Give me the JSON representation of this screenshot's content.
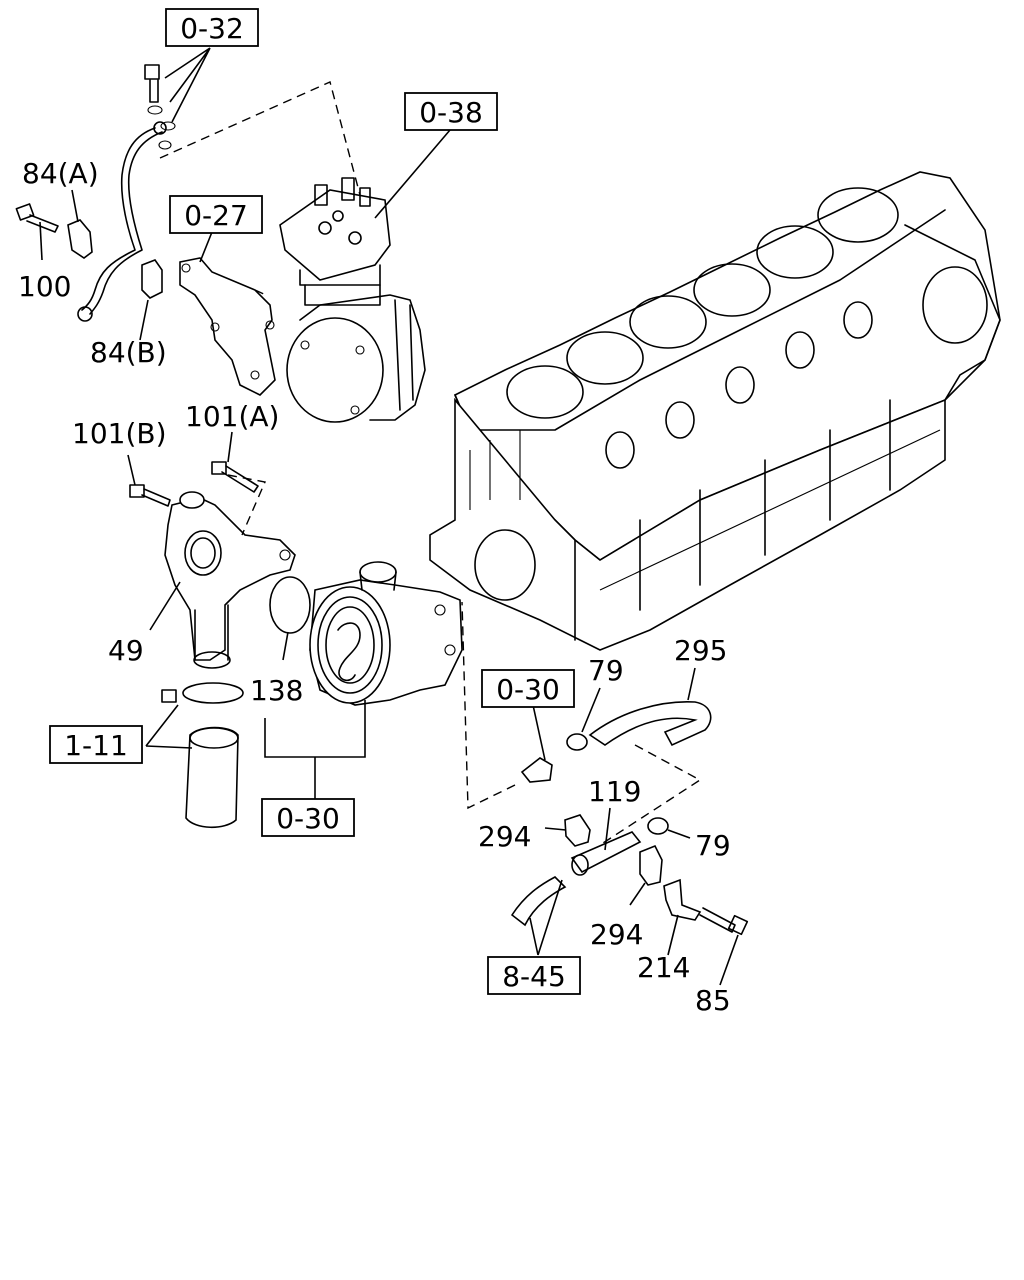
{
  "diagram": {
    "refs": [
      "0-32",
      "0-38",
      "0-27",
      "1-11",
      "0-30",
      "0-30",
      "8-45"
    ],
    "labels": [
      "84(A)",
      "100",
      "84(B)",
      "101(B)",
      "101(A)",
      "49",
      "138",
      "79",
      "295",
      "119",
      "294",
      "79",
      "294",
      "214",
      "85"
    ],
    "line_color": "#000000",
    "background": "#ffffff"
  }
}
